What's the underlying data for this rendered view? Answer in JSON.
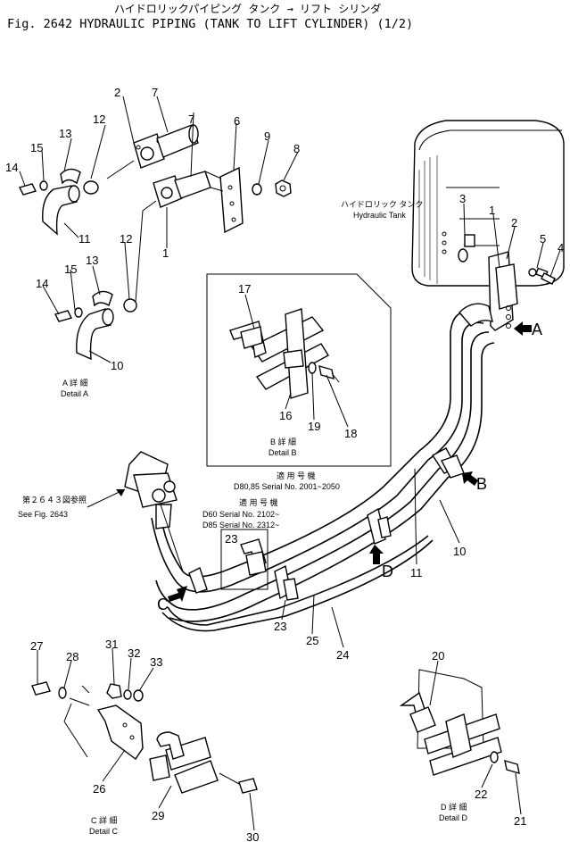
{
  "title": {
    "line1": "ハイドロリックパイピング タンク → リフト シリンダ",
    "line2": "Fig. 2642 HYDRAULIC PIPING  (TANK TO LIFT CYLINDER)  (1/2)"
  },
  "callouts": {
    "tank_jp": "ハイドロリック タンク",
    "tank_en": "Hydraulic Tank",
    "detail_a_jp": "A 詳 細",
    "detail_a_en": "Detail A",
    "detail_b_jp": "B 詳 細",
    "detail_b_en": "Detail B",
    "detail_c_jp": "C 詳 細",
    "detail_c_en": "Detail C",
    "detail_d_jp": "D 詳 細",
    "detail_d_en": "Detail D",
    "serial_b_jp": "適 用 号 機",
    "serial_b_en": "D80,85 Serial No. 2001~2050",
    "serial_23_jp": "適 用 号 機",
    "serial_23_l1": "D60 Serial No. 2102~",
    "serial_23_l2": "D85 Serial No. 2312~",
    "see_fig_jp": "第２６４３図参照",
    "see_fig_en": "See Fig. 2643"
  },
  "view_arrows": {
    "a": "A",
    "b": "B",
    "c": "C",
    "d": "D"
  },
  "parts": {
    "p1_top": "1",
    "p1_right": "1",
    "p2_top": "2",
    "p2_right": "2",
    "p3": "3",
    "p4": "4",
    "p5": "5",
    "p6": "6",
    "p7_a": "7",
    "p7_b": "7",
    "p8": "8",
    "p9": "9",
    "p10_a": "10",
    "p10_b": "10",
    "p11_a": "11",
    "p11_b": "11",
    "p12_a": "12",
    "p12_b": "12",
    "p13_a": "13",
    "p13_b": "13",
    "p14_a": "14",
    "p14_b": "14",
    "p15_a": "15",
    "p15_b": "15",
    "p16": "16",
    "p17": "17",
    "p18": "18",
    "p19": "19",
    "p20": "20",
    "p21": "21",
    "p22": "22",
    "p23_a": "23",
    "p23_b": "23",
    "p24": "24",
    "p25": "25",
    "p26": "26",
    "p27": "27",
    "p28": "28",
    "p29": "29",
    "p30": "30",
    "p31": "31",
    "p32": "32",
    "p33": "33"
  }
}
